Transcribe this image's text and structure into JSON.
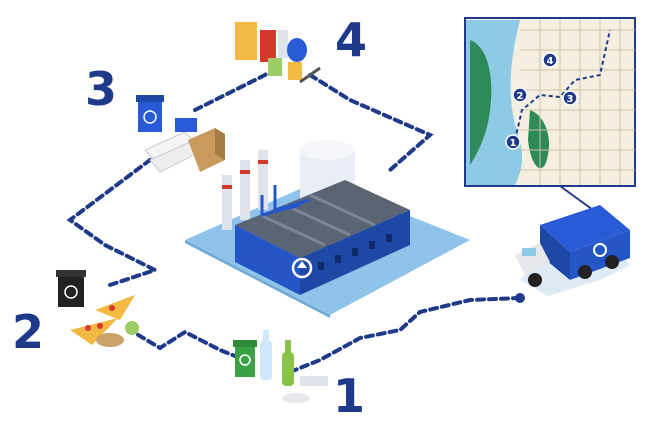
{
  "steps": [
    {
      "number": "1"
    },
    {
      "number": "2"
    },
    {
      "number": "3"
    },
    {
      "number": "4"
    }
  ],
  "map_markers": [
    "1",
    "2",
    "3",
    "4"
  ],
  "colors": {
    "navy": "#1f3a8a",
    "route": "#1f3a8a",
    "factory_blue": "#2456c8",
    "roof_gray": "#6b7280",
    "platform": "#8fc3ea",
    "map_water": "#8ecae6",
    "map_park": "#2f8a5a",
    "map_land": "#f4efe1",
    "bin_green": "#3aa245",
    "bin_blue": "#2a5bd7",
    "bin_black": "#222222"
  },
  "icons": [
    "recycle-icon",
    "glass-bottle-icon",
    "pizza-icon",
    "paper-stack-icon",
    "tin-can-icon",
    "wrench-icon",
    "garbage-truck-icon",
    "factory-icon",
    "city-map-icon"
  ]
}
